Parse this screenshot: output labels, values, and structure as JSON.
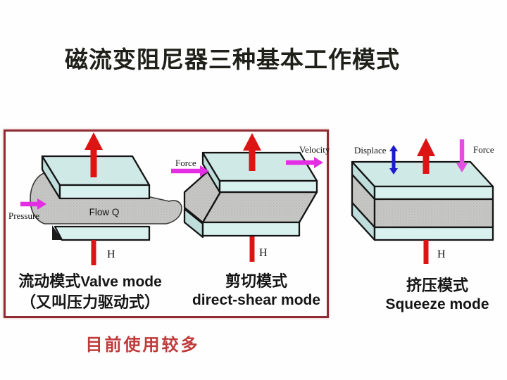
{
  "slide": {
    "title": "磁流变阻尼器三种基本工作模式",
    "footer_note": "目前使用较多"
  },
  "valve": {
    "pressure_label": "Pressure",
    "flow_label": "Flow Q",
    "field_label": "H",
    "caption_cn": "流动模式",
    "caption_en": "Valve mode",
    "caption_alias": "（又叫压力驱动式）"
  },
  "shear": {
    "force_label": "Force",
    "velocity_label": "Velocity",
    "field_label": "H",
    "caption_cn": "剪切模式",
    "caption_en": "direct-shear mode"
  },
  "squeeze": {
    "displace_label": "Displace",
    "force_label": "Force",
    "field_label": "H",
    "caption_cn": "挤压模式",
    "caption_en": "Squeeze mode"
  },
  "colors": {
    "plate_top_face": "#cfe9e6",
    "plate_front_face": "#d8f0ee",
    "plate_side_face": "#bedddb",
    "fluid_gray": "#c8c8c6",
    "field_arrow_red": "#dd1414",
    "force_arrow_magenta": "#e32ee3",
    "squeeze_force_magenta": "#e24fe2",
    "displace_arrow_blue": "#1c1ccd",
    "highlight_border": "#8e2b33",
    "footer_text_red": "#bf3a3a",
    "title_color": "#20201a"
  }
}
